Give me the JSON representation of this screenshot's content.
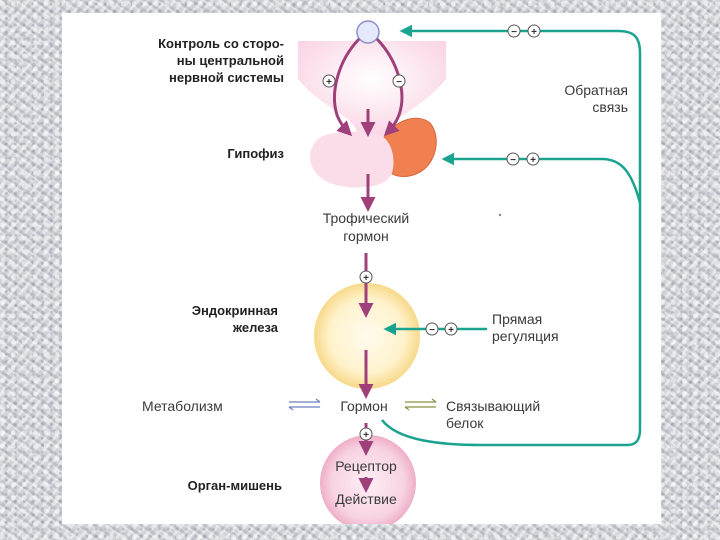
{
  "labels": {
    "cns": [
      "Контроль со сторо-",
      "ны центральной",
      "нервной системы"
    ],
    "pituitary": "Гипофиз",
    "tropic_hormone": [
      "Трофический",
      "гормон"
    ],
    "endocrine_gland": [
      "Эндокринная",
      "железа"
    ],
    "metabolism": "Метаболизм",
    "hormone": "Гормон",
    "binding_protein": [
      "Связывающий",
      "белок"
    ],
    "target_organ": "Орган-мишень",
    "receptor": "Рецептор",
    "action": "Действие",
    "feedback": [
      "Обратная",
      "связь"
    ],
    "direct_regulation": [
      "Прямая",
      "регуляция"
    ]
  },
  "signs": {
    "plus": "+",
    "minus": "−"
  },
  "colors": {
    "magenta_arrow": "#a0407a",
    "teal_feedback": "#1aa38f",
    "pink_organ": "#fbe2ee",
    "orange_lobe": "#f08050",
    "gland_fill": "#fff5d8",
    "target_fill": "#f9dce8"
  }
}
